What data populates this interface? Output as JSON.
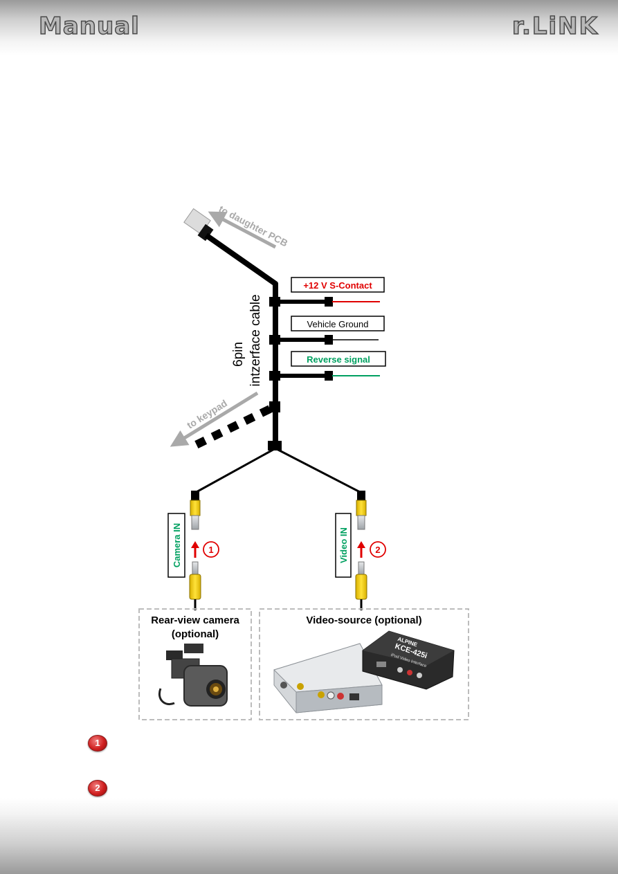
{
  "header": {
    "left_logo": "Manual",
    "right_logo": "r.LiNK"
  },
  "diagram": {
    "cable_title_line1": "6pin",
    "cable_title_line2": "intzerface cable",
    "to_daughter": "to daughter PCB",
    "to_keypad": "to keypad",
    "wires": [
      {
        "label": "+12 V S-Contact",
        "color": "#e00000"
      },
      {
        "label": "Vehicle Ground",
        "color": "#000000"
      },
      {
        "label": "Reverse signal",
        "color": "#00a060"
      }
    ],
    "camera_in": "Camera IN",
    "video_in": "Video IN",
    "step1": "1",
    "step2": "2",
    "rear_camera_title": "Rear-view camera",
    "rear_camera_sub": "(optional)",
    "video_source_title": "Video-source (optional)",
    "device_label": "KCE-425i",
    "device_sub": "iPod Video Interface",
    "device_brand": "ALPINE"
  },
  "legend": {
    "marker1": "1",
    "marker2": "2"
  },
  "colors": {
    "accent_green": "#00a060",
    "accent_red": "#e00000",
    "arrow_grey": "#a9a9a9"
  }
}
